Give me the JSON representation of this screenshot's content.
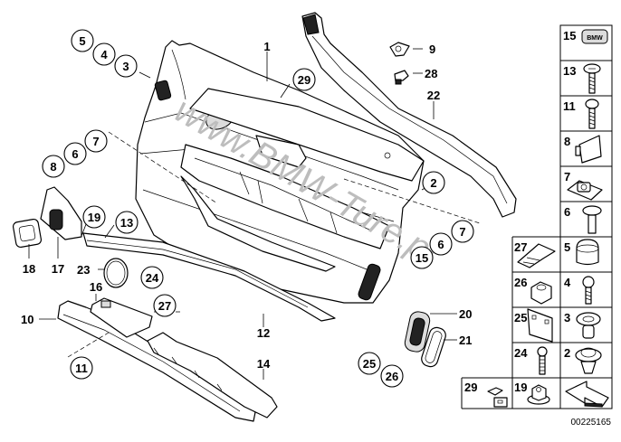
{
  "diagram": {
    "type": "exploded-parts-diagram",
    "subject": "Front door trim panel",
    "drawing_number": "00225165",
    "watermark": "www.BMW-Ture.pl",
    "callouts_circled": [
      {
        "id": "c5",
        "label": "5"
      },
      {
        "id": "c4",
        "label": "4"
      },
      {
        "id": "c3",
        "label": "3"
      },
      {
        "id": "c29",
        "label": "29"
      },
      {
        "id": "c7a",
        "label": "7"
      },
      {
        "id": "c6a",
        "label": "6"
      },
      {
        "id": "c8",
        "label": "8"
      },
      {
        "id": "c19",
        "label": "19"
      },
      {
        "id": "c13",
        "label": "13"
      },
      {
        "id": "c24",
        "label": "24"
      },
      {
        "id": "c27",
        "label": "27"
      },
      {
        "id": "c11",
        "label": "11"
      },
      {
        "id": "c2",
        "label": "2"
      },
      {
        "id": "c7b",
        "label": "7"
      },
      {
        "id": "c6b",
        "label": "6"
      },
      {
        "id": "c15",
        "label": "15"
      },
      {
        "id": "c25",
        "label": "25"
      },
      {
        "id": "c26",
        "label": "26"
      }
    ],
    "callouts_plain": [
      {
        "id": "p1",
        "label": "1"
      },
      {
        "id": "p9",
        "label": "9"
      },
      {
        "id": "p28",
        "label": "28"
      },
      {
        "id": "p22",
        "label": "22"
      },
      {
        "id": "p18",
        "label": "18"
      },
      {
        "id": "p17",
        "label": "17"
      },
      {
        "id": "p23",
        "label": "23"
      },
      {
        "id": "p16",
        "label": "16"
      },
      {
        "id": "p10",
        "label": "10"
      },
      {
        "id": "p12",
        "label": "12"
      },
      {
        "id": "p14",
        "label": "14"
      },
      {
        "id": "p20",
        "label": "20"
      },
      {
        "id": "p21",
        "label": "21"
      }
    ],
    "hardware_grid": {
      "right_column": [
        {
          "label": "15",
          "part": "emblem-badge"
        },
        {
          "label": "13",
          "part": "screw"
        },
        {
          "label": "11",
          "part": "screw"
        },
        {
          "label": "8",
          "part": "cover-flap"
        },
        {
          "label": "7",
          "part": "clip-nut"
        },
        {
          "label": "6",
          "part": "bolt"
        },
        {
          "label": "5",
          "part": "cap"
        },
        {
          "label": "4",
          "part": "screw"
        },
        {
          "label": "3",
          "part": "expanding-rivet"
        },
        {
          "label": "2",
          "part": "push-clip"
        },
        {
          "label": "",
          "part": "direction-arrow"
        }
      ],
      "left_column": [
        {
          "label": "27",
          "part": "spring-clip"
        },
        {
          "label": "26",
          "part": "hex-nut"
        },
        {
          "label": "25",
          "part": "clip-plate"
        },
        {
          "label": "24",
          "part": "bolt"
        },
        {
          "label": "19",
          "part": "flange-nut"
        }
      ],
      "extra": [
        {
          "label": "29",
          "part": "clip"
        }
      ]
    }
  }
}
